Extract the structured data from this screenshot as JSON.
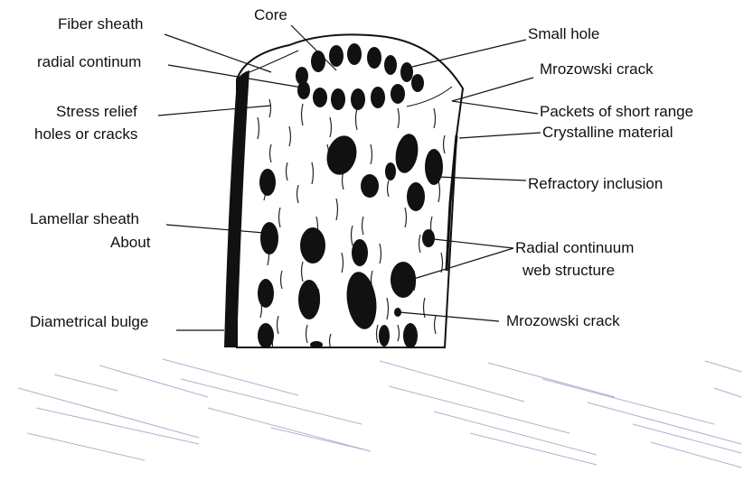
{
  "labels": {
    "fiber_sheath": "Fiber sheath",
    "core": "Core",
    "small_hole": "Small hole",
    "radial_continum": "radial continum",
    "mrozowski_crack_top": "Mrozowski crack",
    "stress_relief_1": "Stress relief",
    "stress_relief_2": "holes or cracks",
    "packets_1": "Packets of short range",
    "packets_2": "Crystalline material",
    "refractory_inclusion": "Refractory inclusion",
    "lamellar_1": "Lamellar sheath",
    "lamellar_2": "About",
    "radial_continuum_1": "Radial continuum",
    "radial_continuum_2": "web structure",
    "diametrical_bulge": "Diametrical bulge",
    "mrozowski_crack_bottom": "Mrozowski crack"
  },
  "colors": {
    "ink": "#111111",
    "paper": "#ffffff",
    "scan_streak": "#6b74a8"
  }
}
